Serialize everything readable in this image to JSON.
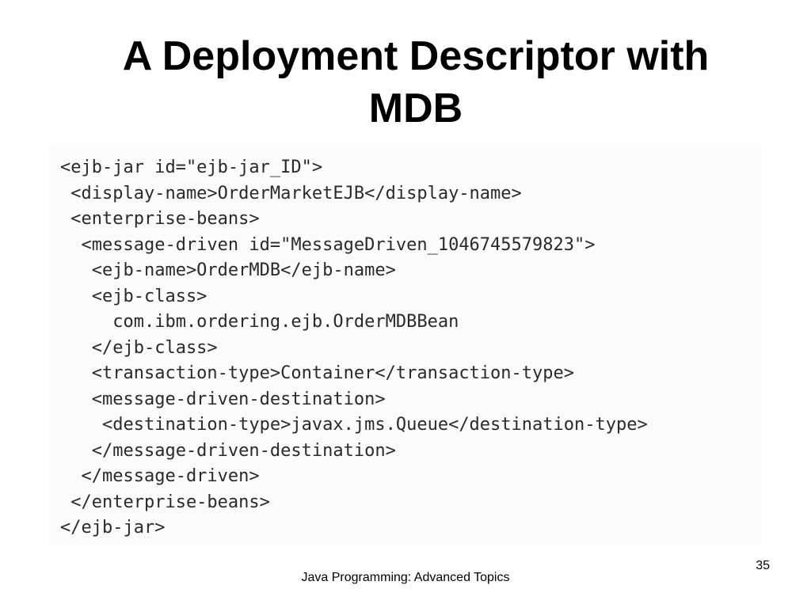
{
  "slide": {
    "title_line1": "A Deployment Descriptor with",
    "title_line2": "MDB",
    "footer": "Java Programming: Advanced Topics",
    "page_number": "35"
  },
  "code": {
    "lines": [
      "<ejb-jar id=\"ejb-jar_ID\">",
      " <display-name>OrderMarketEJB</display-name>",
      " <enterprise-beans>",
      "  <message-driven id=\"MessageDriven_1046745579823\">",
      "   <ejb-name>OrderMDB</ejb-name>",
      "   <ejb-class>",
      "     com.ibm.ordering.ejb.OrderMDBBean",
      "   </ejb-class>",
      "   <transaction-type>Container</transaction-type>",
      "   <message-driven-destination>",
      "    <destination-type>javax.jms.Queue</destination-type>",
      "   </message-driven-destination>",
      "  </message-driven>",
      " </enterprise-beans>",
      "</ejb-jar>"
    ]
  },
  "colors": {
    "background": "#ffffff",
    "code_panel": "#fbfbfb",
    "code_text": "#2a2a2a"
  }
}
